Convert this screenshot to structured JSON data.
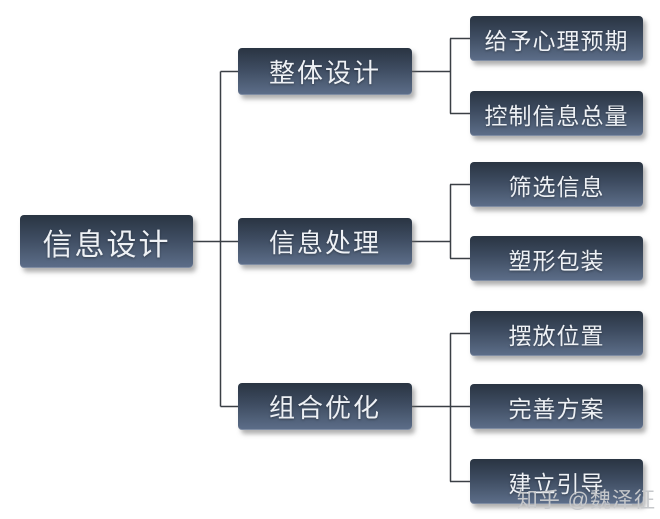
{
  "diagram": {
    "root": {
      "label": "信息设计"
    },
    "branches": [
      {
        "label": "整体设计",
        "children": [
          {
            "label": "给予心理预期"
          },
          {
            "label": "控制信息总量"
          }
        ]
      },
      {
        "label": "信息处理",
        "children": [
          {
            "label": "筛选信息"
          },
          {
            "label": "塑形包装"
          }
        ]
      },
      {
        "label": "组合优化",
        "children": [
          {
            "label": "摆放位置"
          },
          {
            "label": "完善方案"
          },
          {
            "label": "建立引导"
          }
        ]
      }
    ]
  },
  "watermark": {
    "text": "知乎 @魏泽征"
  },
  "colors": {
    "background": "#ffffff",
    "node_gradient_top": "#293442",
    "node_gradient_bottom": "#5d6e8a",
    "node_text": "#eef1f5",
    "connector_line": "#3a3f45",
    "watermark_text": "#c6c8cb"
  }
}
